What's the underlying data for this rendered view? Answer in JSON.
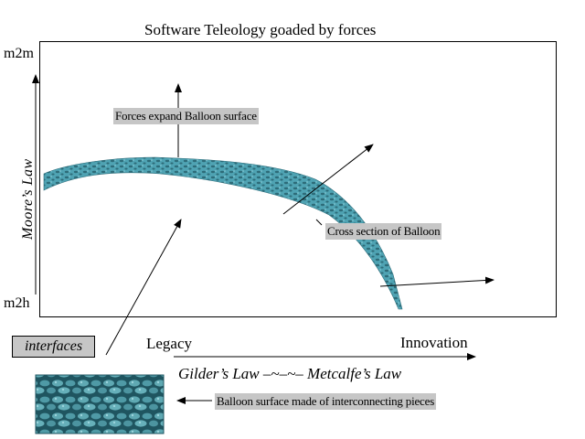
{
  "title": "Software Teleology  goaded by forces",
  "y_axis": {
    "label": "Moore’s  Law",
    "top_tick": "m2m",
    "bottom_tick": "m2h"
  },
  "labels": {
    "forces": "Forces expand Balloon surface",
    "cross_section": "Cross section of Balloon",
    "interfaces": "interfaces",
    "surface": "Balloon surface made of interconnecting pieces"
  },
  "x_axis": {
    "left": "Legacy",
    "right": "Innovation",
    "laws": "Gilder’s Law  –~–~–  Metcalfe’s Law"
  },
  "colors": {
    "balloon": "#4fa3b3",
    "balloon_dark": "#2d6b78",
    "label_bg": "#c6c6c6"
  }
}
